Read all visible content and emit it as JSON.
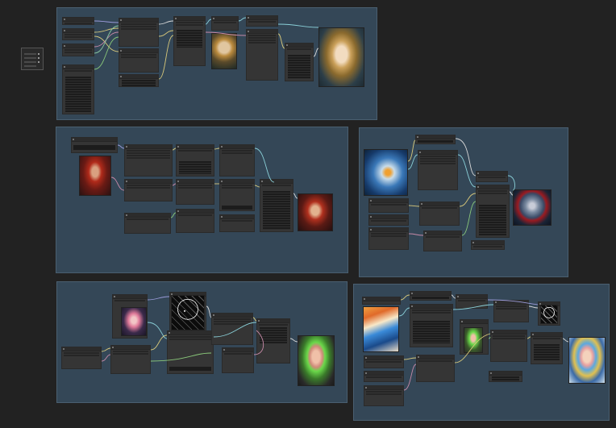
{
  "canvas": {
    "background": "#222222",
    "group_color": "#344757",
    "node_color": "#353535"
  },
  "workflow_groups": [
    {
      "id": "group-1",
      "title": ""
    },
    {
      "id": "group-2",
      "title": ""
    },
    {
      "id": "group-3",
      "title": ""
    },
    {
      "id": "group-4",
      "title": ""
    },
    {
      "id": "group-5",
      "title": ""
    }
  ],
  "images": [
    {
      "id": "golden-mask-woman-preview",
      "description_icon": "image-preview-icon"
    },
    {
      "id": "golden-mask-woman-output",
      "description_icon": "image-preview-icon"
    },
    {
      "id": "red-demon-woman-input",
      "description_icon": "image-preview-icon"
    },
    {
      "id": "red-demon-woman-output",
      "description_icon": "image-preview-icon"
    },
    {
      "id": "blue-splash-input",
      "description_icon": "image-preview-icon"
    },
    {
      "id": "samurai-output",
      "description_icon": "image-preview-icon"
    },
    {
      "id": "pink-hair-girl-input",
      "description_icon": "image-preview-icon"
    },
    {
      "id": "lineart-preview",
      "description_icon": "image-preview-icon"
    },
    {
      "id": "green-hair-girl-output",
      "description_icon": "image-preview-icon"
    },
    {
      "id": "colorful-city-input",
      "description_icon": "image-preview-icon"
    },
    {
      "id": "green-hair-small-preview",
      "description_icon": "image-preview-icon"
    },
    {
      "id": "lineart-small-preview",
      "description_icon": "image-preview-icon"
    },
    {
      "id": "blue-hair-girl-output",
      "description_icon": "image-preview-icon"
    }
  ],
  "minimap": {
    "label": ""
  }
}
